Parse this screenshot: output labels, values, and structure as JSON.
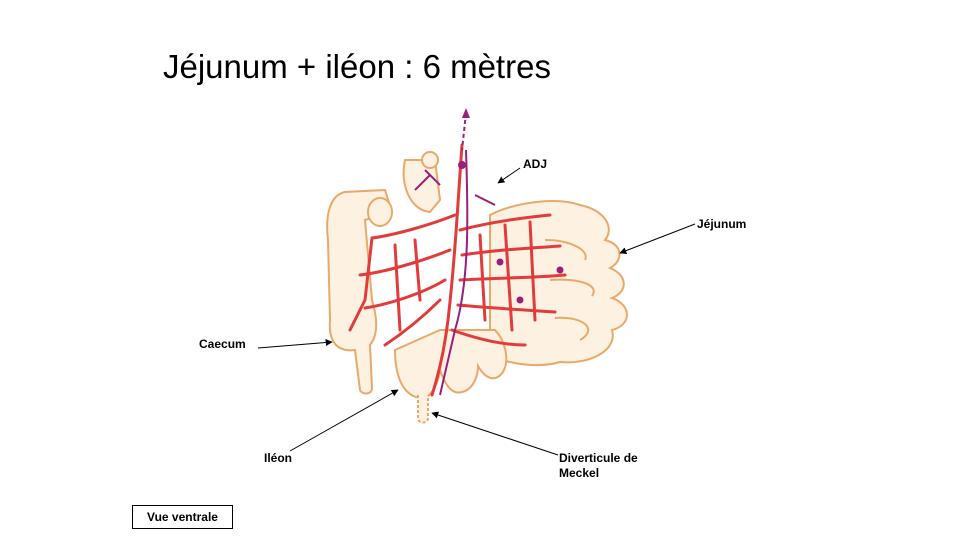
{
  "title": "Jéjunum + iléon : 6 mètres",
  "labels": {
    "adj": "ADJ",
    "jejunum": "Jéjunum",
    "caecum": "Caecum",
    "ileon": "Iléon",
    "meckel_line1": "Diverticule de",
    "meckel_line2": "Meckel"
  },
  "view_label": "Vue ventrale",
  "colors": {
    "intestine_fill": "#fdf1e2",
    "intestine_outline": "#e8a96b",
    "artery": "#e23b3b",
    "vein": "#9b1f7a"
  }
}
